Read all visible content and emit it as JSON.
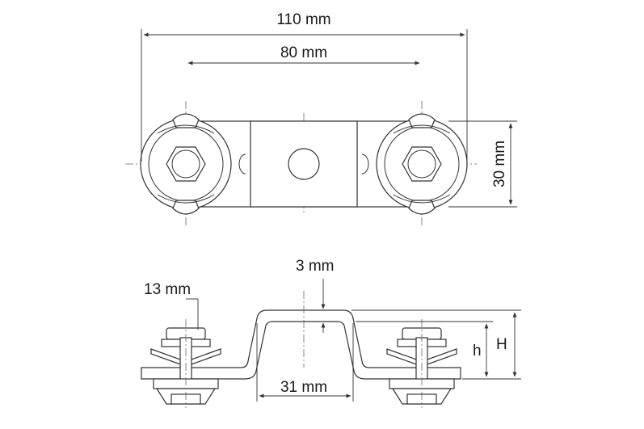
{
  "dimensions": {
    "overall_width": "110 mm",
    "bolt_spacing": "80 mm",
    "height": "30 mm",
    "thickness": "3 mm",
    "nut_size": "13 mm",
    "channel_width": "31 mm",
    "small_height": "h",
    "total_height": "H"
  },
  "colors": {
    "line": "#333333",
    "background": "#ffffff"
  }
}
